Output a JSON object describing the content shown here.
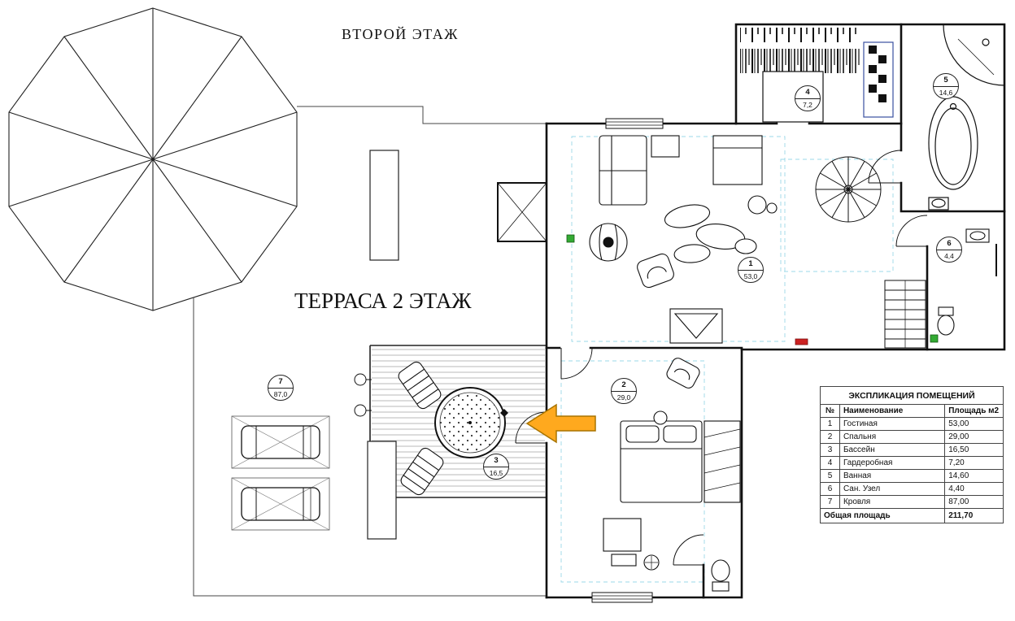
{
  "titles": {
    "floor": "ВТОРОЙ ЭТАЖ",
    "terrace": "ТЕРРАСА 2 ЭТАЖ"
  },
  "room_tags": [
    {
      "number": "1",
      "area": "53,0"
    },
    {
      "number": "2",
      "area": "29,0"
    },
    {
      "number": "3",
      "area": "16,5"
    },
    {
      "number": "4",
      "area": "7,2"
    },
    {
      "number": "5",
      "area": "14,6"
    },
    {
      "number": "6",
      "area": "4,4"
    },
    {
      "number": "7",
      "area": "87,0"
    }
  ],
  "legend_table": {
    "title": "ЭКСПЛИКАЦИЯ ПОМЕЩЕНИЙ",
    "headers": {
      "num": "№",
      "name": "Наименование",
      "area": "Площадь м2"
    },
    "rows": [
      {
        "num": "1",
        "name": "Гостиная",
        "area": "53,00"
      },
      {
        "num": "2",
        "name": "Спальня",
        "area": "29,00"
      },
      {
        "num": "3",
        "name": "Бассейн",
        "area": "16,50"
      },
      {
        "num": "4",
        "name": "Гардеробная",
        "area": "7,20"
      },
      {
        "num": "5",
        "name": "Ванная",
        "area": "14,60"
      },
      {
        "num": "6",
        "name": "Сан. Узел",
        "area": "4,40"
      },
      {
        "num": "7",
        "name": "Кровля",
        "area": "87,00"
      }
    ],
    "total_label": "Общая площадь",
    "total_value": "211,70"
  },
  "colors": {
    "arrow_fill": "#FFA91E",
    "arrow_stroke": "#A87400",
    "accent_green": "#33AA33",
    "accent_red": "#CC2222",
    "wall": "#111111",
    "guide_blue": "#9BD8E8"
  }
}
